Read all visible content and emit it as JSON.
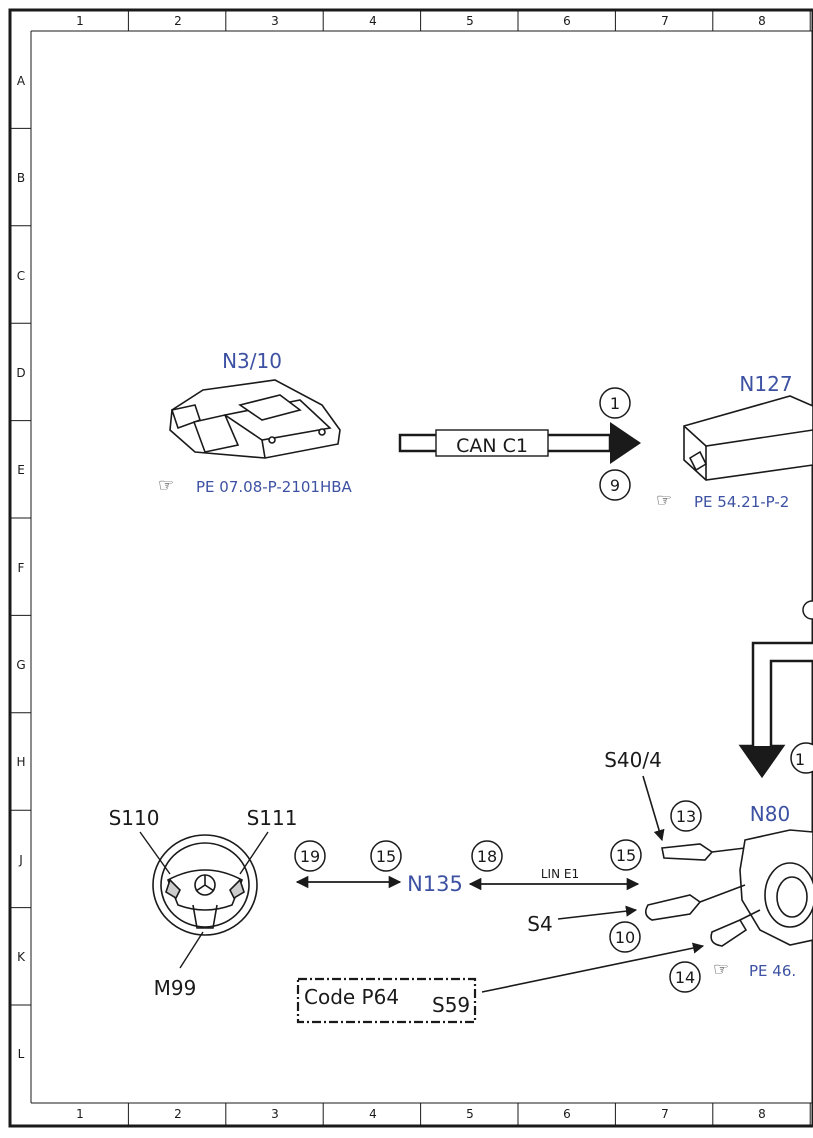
{
  "frame": {
    "columns": [
      "1",
      "2",
      "3",
      "4",
      "5",
      "6",
      "7",
      "8"
    ],
    "rows": [
      "A",
      "B",
      "C",
      "D",
      "E",
      "F",
      "G",
      "H",
      "J",
      "K",
      "L"
    ]
  },
  "components": {
    "n3_10": {
      "label": "N3/10",
      "ref": "PE 07.08-P-2101HBA"
    },
    "n127": {
      "label": "N127",
      "ref": "PE 54.21-P-2"
    },
    "n80": {
      "label": "N80",
      "ref": "PE 46."
    },
    "n135": {
      "label": "N135"
    },
    "s40_4": {
      "label": "S40/4"
    },
    "s4": {
      "label": "S4"
    },
    "s110": {
      "label": "S110"
    },
    "s111": {
      "label": "S111"
    },
    "m99": {
      "label": "M99"
    },
    "s59": {
      "label": "S59",
      "code": "Code P64"
    }
  },
  "buses": {
    "can": "CAN C1",
    "lin": "LIN E1"
  },
  "callouts": {
    "c1": "1",
    "c9": "9",
    "c13": "13",
    "c15a": "15",
    "c15b": "15",
    "c18": "18",
    "c19": "19",
    "c10": "10",
    "c14": "14",
    "c_h": "1"
  },
  "colors": {
    "component_label": "#3d51a3",
    "line": "#1a1a1a"
  }
}
